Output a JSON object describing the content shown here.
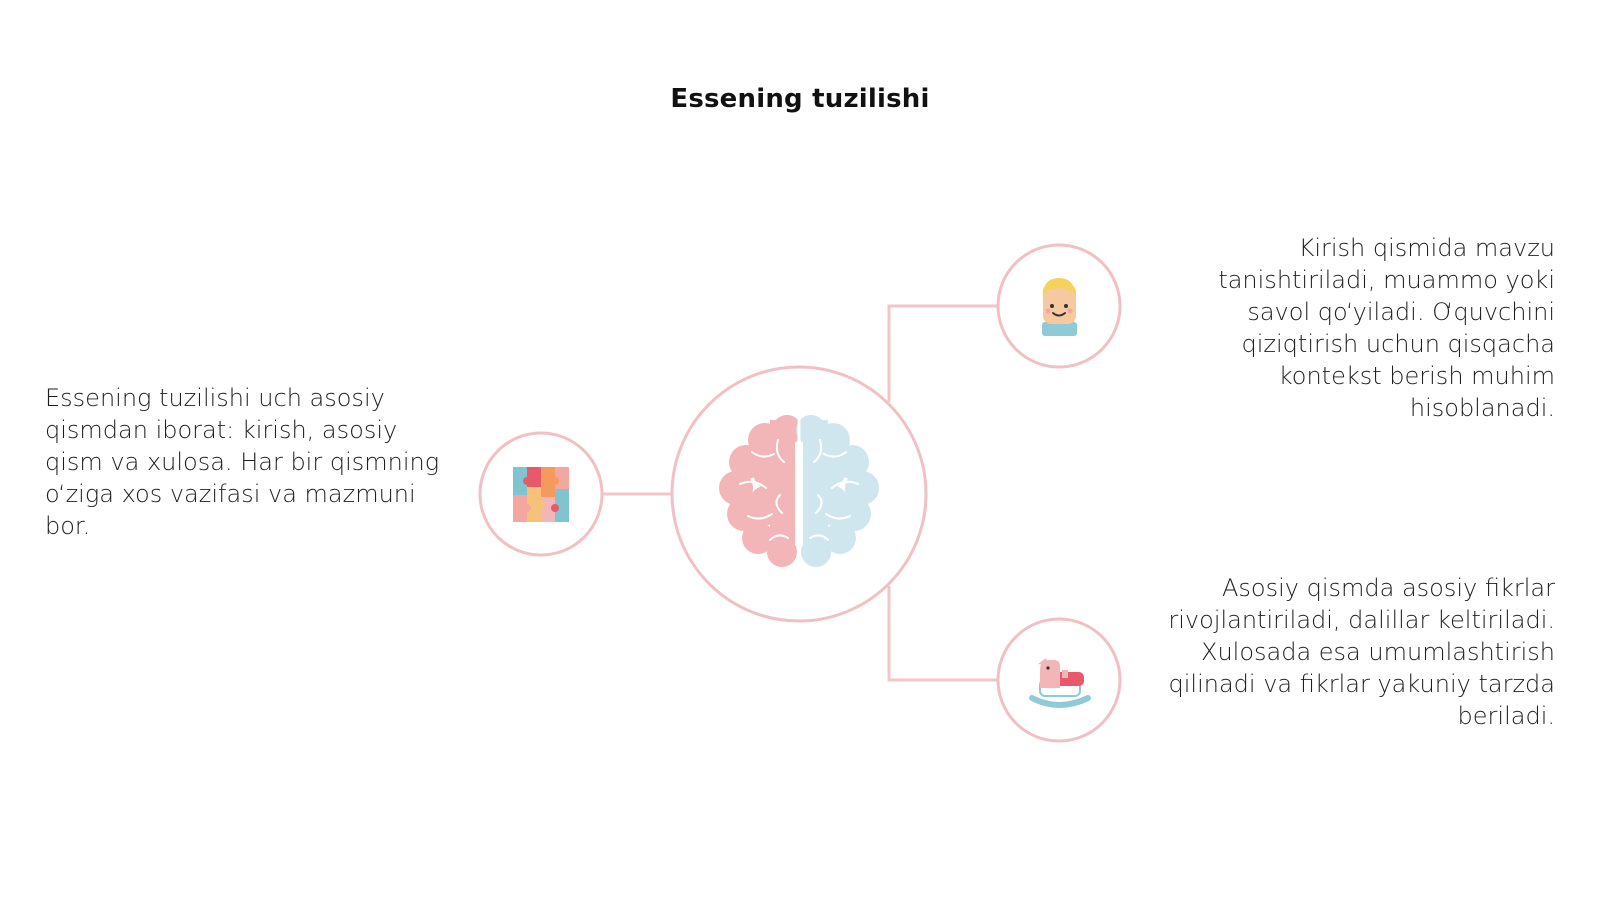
{
  "title": "Essening tuzilishi",
  "colors": {
    "connector": "#f2c6c9",
    "circle_stroke": "#f0c0c4",
    "brain_left": "#f2b5b8",
    "brain_right": "#cfe6ee"
  },
  "nodes": {
    "center": {
      "icon": "brain-icon"
    },
    "left": {
      "icon": "puzzle-icon",
      "text": "Essening tuzilishi uch asosiy qismdan iborat: kirish, asosiy qism va xulosa. Har bir qismning o‘ziga xos vazifasi va mazmuni bor."
    },
    "right_top": {
      "icon": "child-face-icon",
      "text": "Kirish qismida mavzu tanishtiriladi, muammo yoki savol qo‘yiladi. O‘quvchini qiziqtirish uchun qisqacha kontekst berish muhim hisoblanadi."
    },
    "right_bottom": {
      "icon": "rocking-horse-icon",
      "text": "Asosiy qismda asosiy fikrlar rivojlantiriladi, dalillar keltiriladi. Xulosada esa umumlashtirish qilinadi va fikrlar yakuniy tarzda beriladi."
    }
  }
}
